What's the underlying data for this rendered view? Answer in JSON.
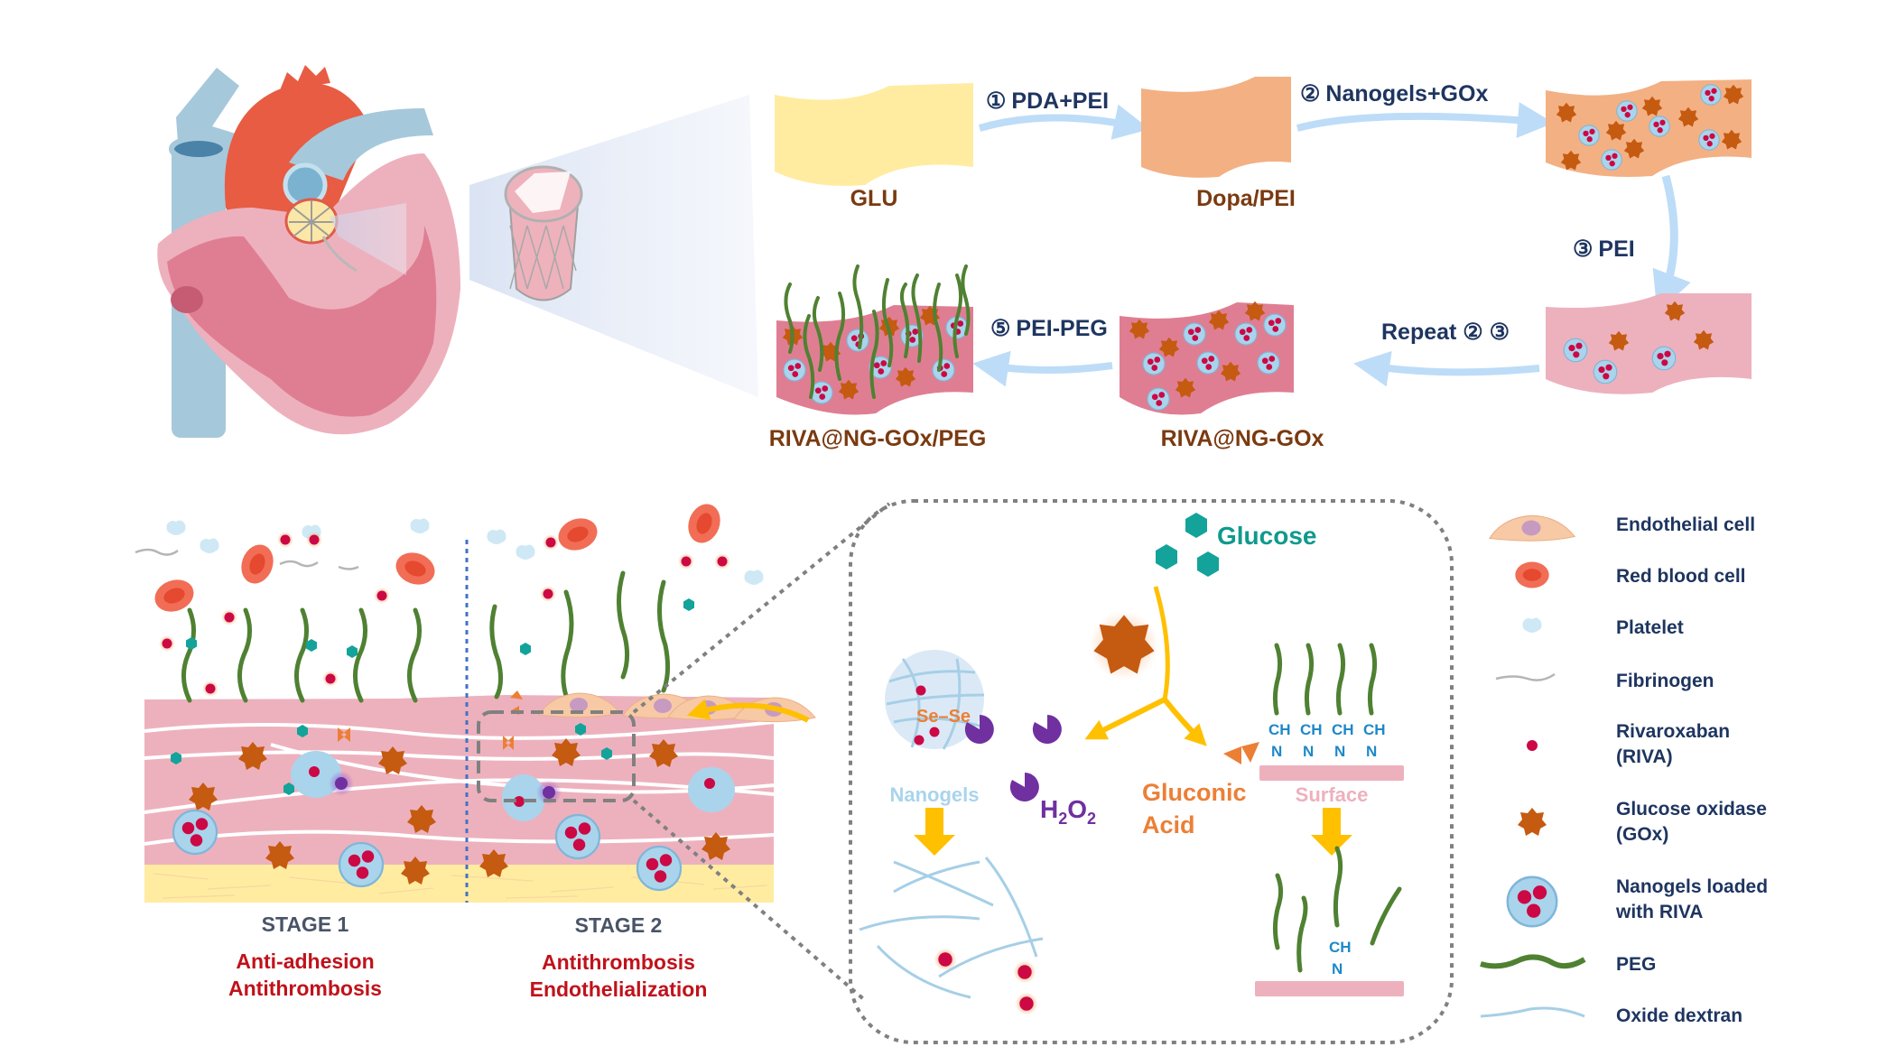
{
  "figure": {
    "colors": {
      "label_navy": "#1e3560",
      "sample_brown": "#7a3a10",
      "stage_red": "#c0121b",
      "glucose_teal": "#0f9a8e",
      "gluconic_orange": "#ec7f36",
      "h2o2_purple": "#7030a0",
      "nanogel_blue": "#a9d4ec",
      "surface_pink": "#edb1bd",
      "peg_green": "#4f8132",
      "gox_brown": "#c55a11",
      "riva_red": "#cc0845",
      "arrow_yellow": "#ffc000"
    },
    "fabrication": {
      "steps": [
        {
          "num": "①",
          "label": "PDA+PEI"
        },
        {
          "num": "②",
          "label": "Nanogels+GOx"
        },
        {
          "num": "③",
          "label": "PEI"
        },
        {
          "num": "",
          "label": "Repeat ② ③"
        },
        {
          "num": "⑤",
          "label": "PEI-PEG"
        }
      ],
      "samples": [
        "GLU",
        "Dopa/PEI",
        "RIVA@NG-GOx",
        "RIVA@NG-GOx/PEG"
      ]
    },
    "stages": [
      {
        "title": "STAGE 1",
        "line1": "Anti-adhesion",
        "line2": "Antithrombosis"
      },
      {
        "title": "STAGE 2",
        "line1": "Antithrombosis",
        "line2": "Endothelialization"
      }
    ],
    "mechanism": {
      "glucose": "Glucose",
      "se_bond": "Se–Se",
      "nanogels": "Nanogels",
      "h2o2_main": "H",
      "h2o2_sub1": "2",
      "h2o2_mid": "O",
      "h2o2_sub2": "2",
      "gluconic_1": "Gluconic",
      "gluconic_2": "Acid",
      "surface": "Surface",
      "imine_ch": "CH",
      "imine_n": "N"
    },
    "legend": [
      {
        "icon": "endothelial-cell-icon",
        "line1": "Endothelial cell",
        "line2": ""
      },
      {
        "icon": "red-blood-cell-icon",
        "line1": "Red blood cell",
        "line2": ""
      },
      {
        "icon": "platelet-icon",
        "line1": "Platelet",
        "line2": ""
      },
      {
        "icon": "fibrinogen-icon",
        "line1": "Fibrinogen",
        "line2": ""
      },
      {
        "icon": "rivaroxaban-icon",
        "line1": "Rivaroxaban",
        "line2": "(RIVA)"
      },
      {
        "icon": "glucose-oxidase-icon",
        "line1": "Glucose oxidase",
        "line2": "(GOx)"
      },
      {
        "icon": "nanogel-icon",
        "line1": "Nanogels loaded",
        "line2": "with RIVA"
      },
      {
        "icon": "peg-icon",
        "line1": "PEG",
        "line2": ""
      },
      {
        "icon": "oxide-dextran-icon",
        "line1": "Oxide dextran",
        "line2": ""
      }
    ]
  }
}
